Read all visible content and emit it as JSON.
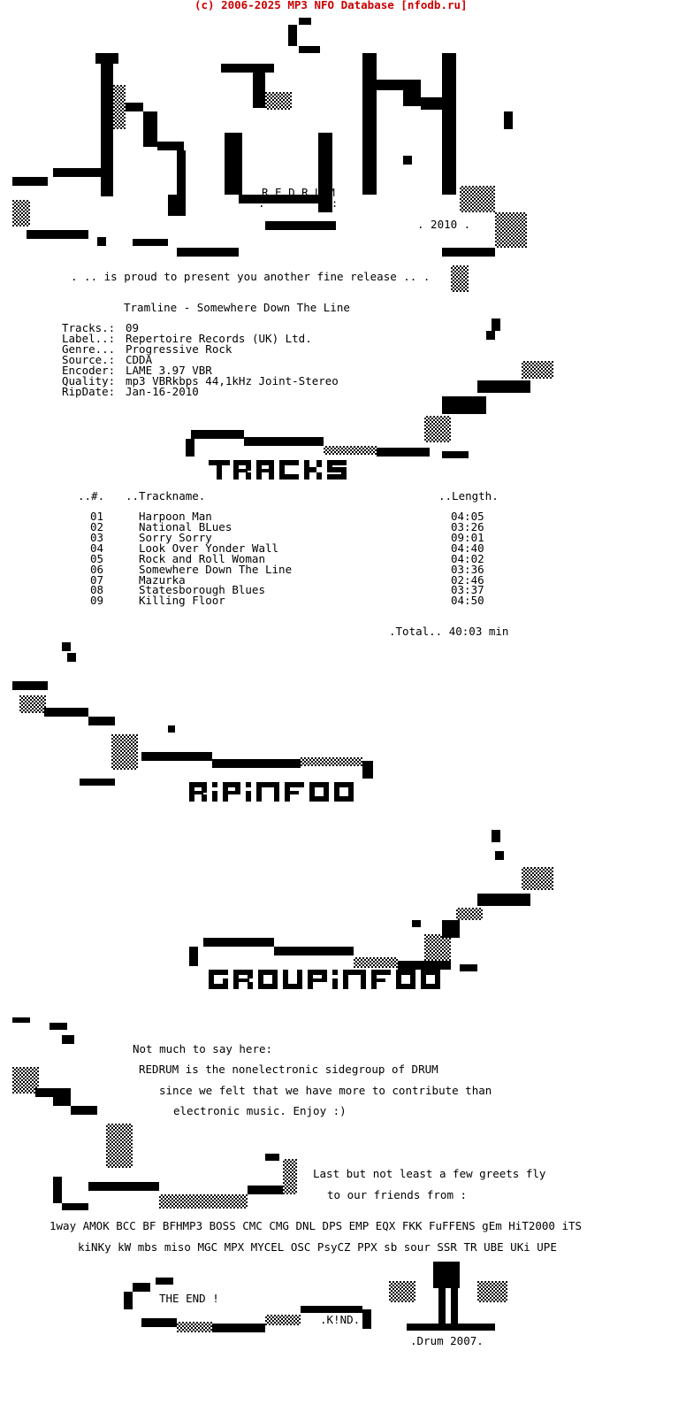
{
  "header": "(c) 2006-2025 MP3 NFO Database [nfodb.ru]",
  "logo": {
    "name": "R E D R U M",
    "colons": ":          :",
    "year": ". 2010 ."
  },
  "intro": ". .. is proud to present you another fine release .. .",
  "release": {
    "title": "Tramline - Somewhere Down The Line",
    "info": [
      {
        "key": "Tracks.:",
        "value": "09"
      },
      {
        "key": "Label..:",
        "value": "Repertoire Records (UK) Ltd."
      },
      {
        "key": "Genre...",
        "value": "Progressive Rock"
      },
      {
        "key": "Source.:",
        "value": "CDDA"
      },
      {
        "key": "Encoder:",
        "value": "LAME 3.97 VBR"
      },
      {
        "key": "Quality:",
        "value": "mp3 VBRkbps 44,1kHz Joint-Stereo"
      },
      {
        "key": "RipDate:",
        "value": "Jan-16-2010"
      }
    ]
  },
  "sections": {
    "tracks": "TRACKS",
    "ripinfo": "RIPINFO",
    "groupinfo": "GROUPINFO"
  },
  "tracklist": {
    "headers": {
      "num": "..#.",
      "name": "..Trackname.",
      "length": "..Length."
    },
    "tracks": [
      {
        "num": "01",
        "name": "Harpoon Man",
        "length": "04:05"
      },
      {
        "num": "02",
        "name": "National BLues",
        "length": "03:26"
      },
      {
        "num": "03",
        "name": "Sorry Sorry",
        "length": "09:01"
      },
      {
        "num": "04",
        "name": "Look Over Yonder Wall",
        "length": "04:40"
      },
      {
        "num": "05",
        "name": "Rock and Roll Woman",
        "length": "04:02"
      },
      {
        "num": "06",
        "name": "Somewhere Down The Line",
        "length": "03:36"
      },
      {
        "num": "07",
        "name": "Mazurka",
        "length": "02:46"
      },
      {
        "num": "08",
        "name": "Statesborough Blues",
        "length": "03:37"
      },
      {
        "num": "09",
        "name": "Killing Floor",
        "length": "04:50"
      }
    ],
    "total": ".Total.. 40:03 min"
  },
  "groupinfo": {
    "lines": [
      "Not much to say here:",
      "REDRUM is the nonelectronic sidegroup of DRUM",
      "since we felt that we have more to contribute than",
      "electronic music. Enjoy :)"
    ],
    "greets_intro": [
      "Last but not least a few greets fly",
      "to our friends from :"
    ],
    "greets": [
      "1way AMOK BCC BF BFHMP3 BOSS CMC CMG DNL DPS EMP EQX FKK FuFFENS gEm HiT2000 iTS",
      "kiNKy kW mbs miso MGC MPX MYCEL OSC PsyCZ PPX sb sour SSR TR UBE UKi UPE"
    ]
  },
  "footer": {
    "the_end": "THE END !",
    "kind": ".K!ND.",
    "drum": ".Drum 2007."
  }
}
